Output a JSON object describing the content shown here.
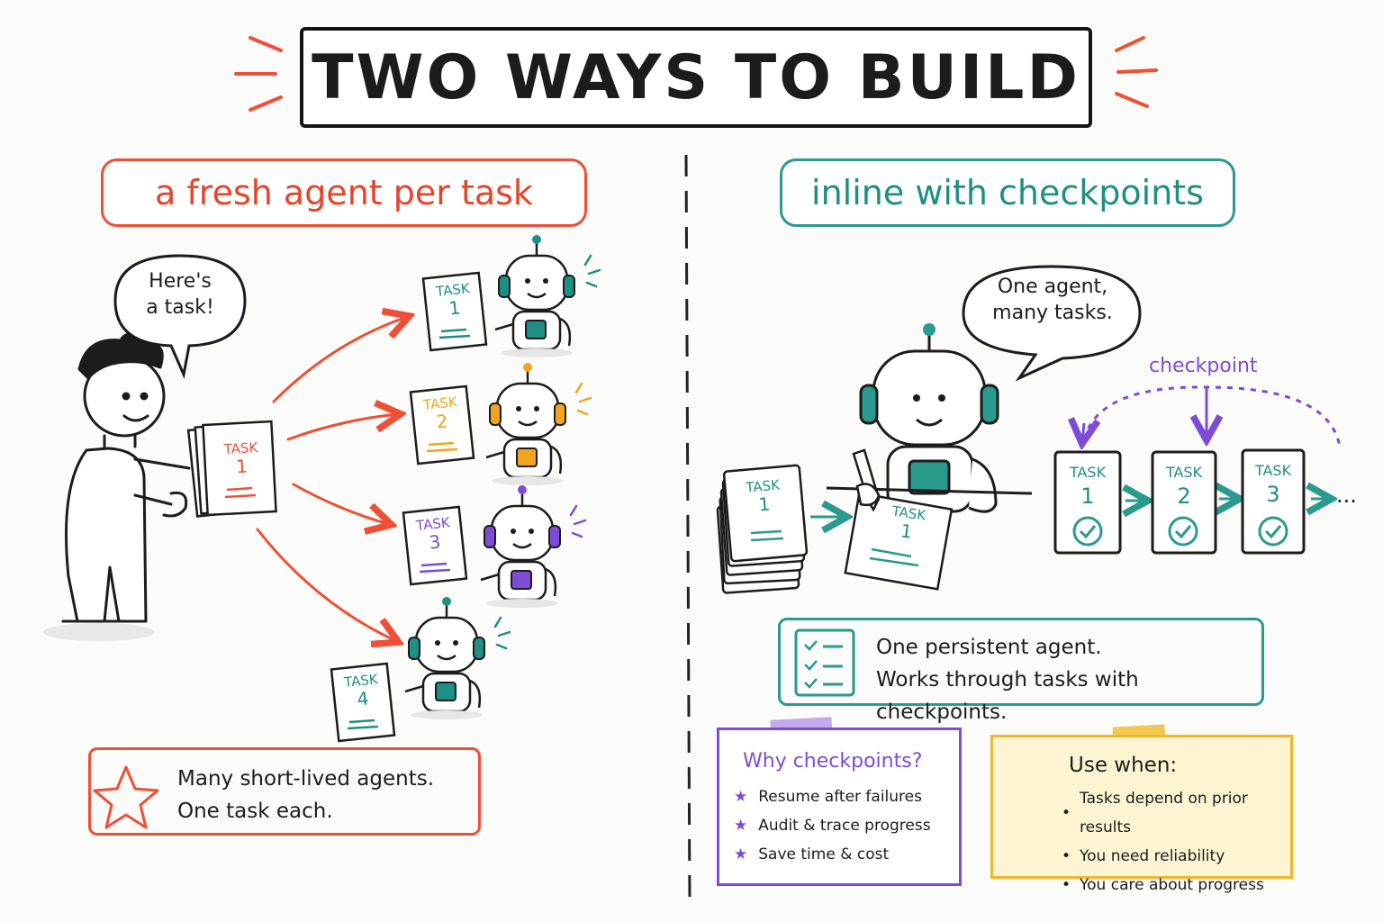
{
  "title": "TWO WAYS TO BUILD",
  "left": {
    "heading": "a fresh agent per task",
    "speech": [
      "Here's",
      "a task!"
    ],
    "stack_task": {
      "label": "TASK",
      "number": "1"
    },
    "agents": [
      {
        "label": "TASK",
        "number": "1",
        "color": "#1e8f83"
      },
      {
        "label": "TASK",
        "number": "2",
        "color": "#f0a51c"
      },
      {
        "label": "TASK",
        "number": "3",
        "color": "#7e4bd6"
      },
      {
        "label": "TASK",
        "number": "4",
        "color": "#1e8f83"
      }
    ],
    "summary": [
      "Many short-lived agents.",
      "One task each."
    ]
  },
  "right": {
    "heading": "inline with checkpoints",
    "speech": [
      "One agent,",
      "many tasks."
    ],
    "checkpoint_label": "checkpoint",
    "input_stack": {
      "label": "TASK",
      "number": "1"
    },
    "desk_task": {
      "label": "TASK",
      "number": "1"
    },
    "chain": [
      {
        "label": "TASK",
        "number": "1"
      },
      {
        "label": "TASK",
        "number": "2"
      },
      {
        "label": "TASK",
        "number": "3"
      }
    ],
    "chain_end": "...",
    "summary": [
      "One persistent agent.",
      "Works through tasks with checkpoints."
    ],
    "why": {
      "title": "Why checkpoints?",
      "items": [
        "Resume after failures",
        "Audit & trace progress",
        "Save time & cost"
      ]
    },
    "use": {
      "title": "Use when:",
      "items": [
        "Tasks depend on prior results",
        "You need reliability",
        "You care about progress"
      ]
    }
  },
  "colors": {
    "red": "#ef4f36",
    "teal": "#2a9a8e",
    "purple": "#7e4bd6",
    "yellow": "#f3b52c"
  }
}
